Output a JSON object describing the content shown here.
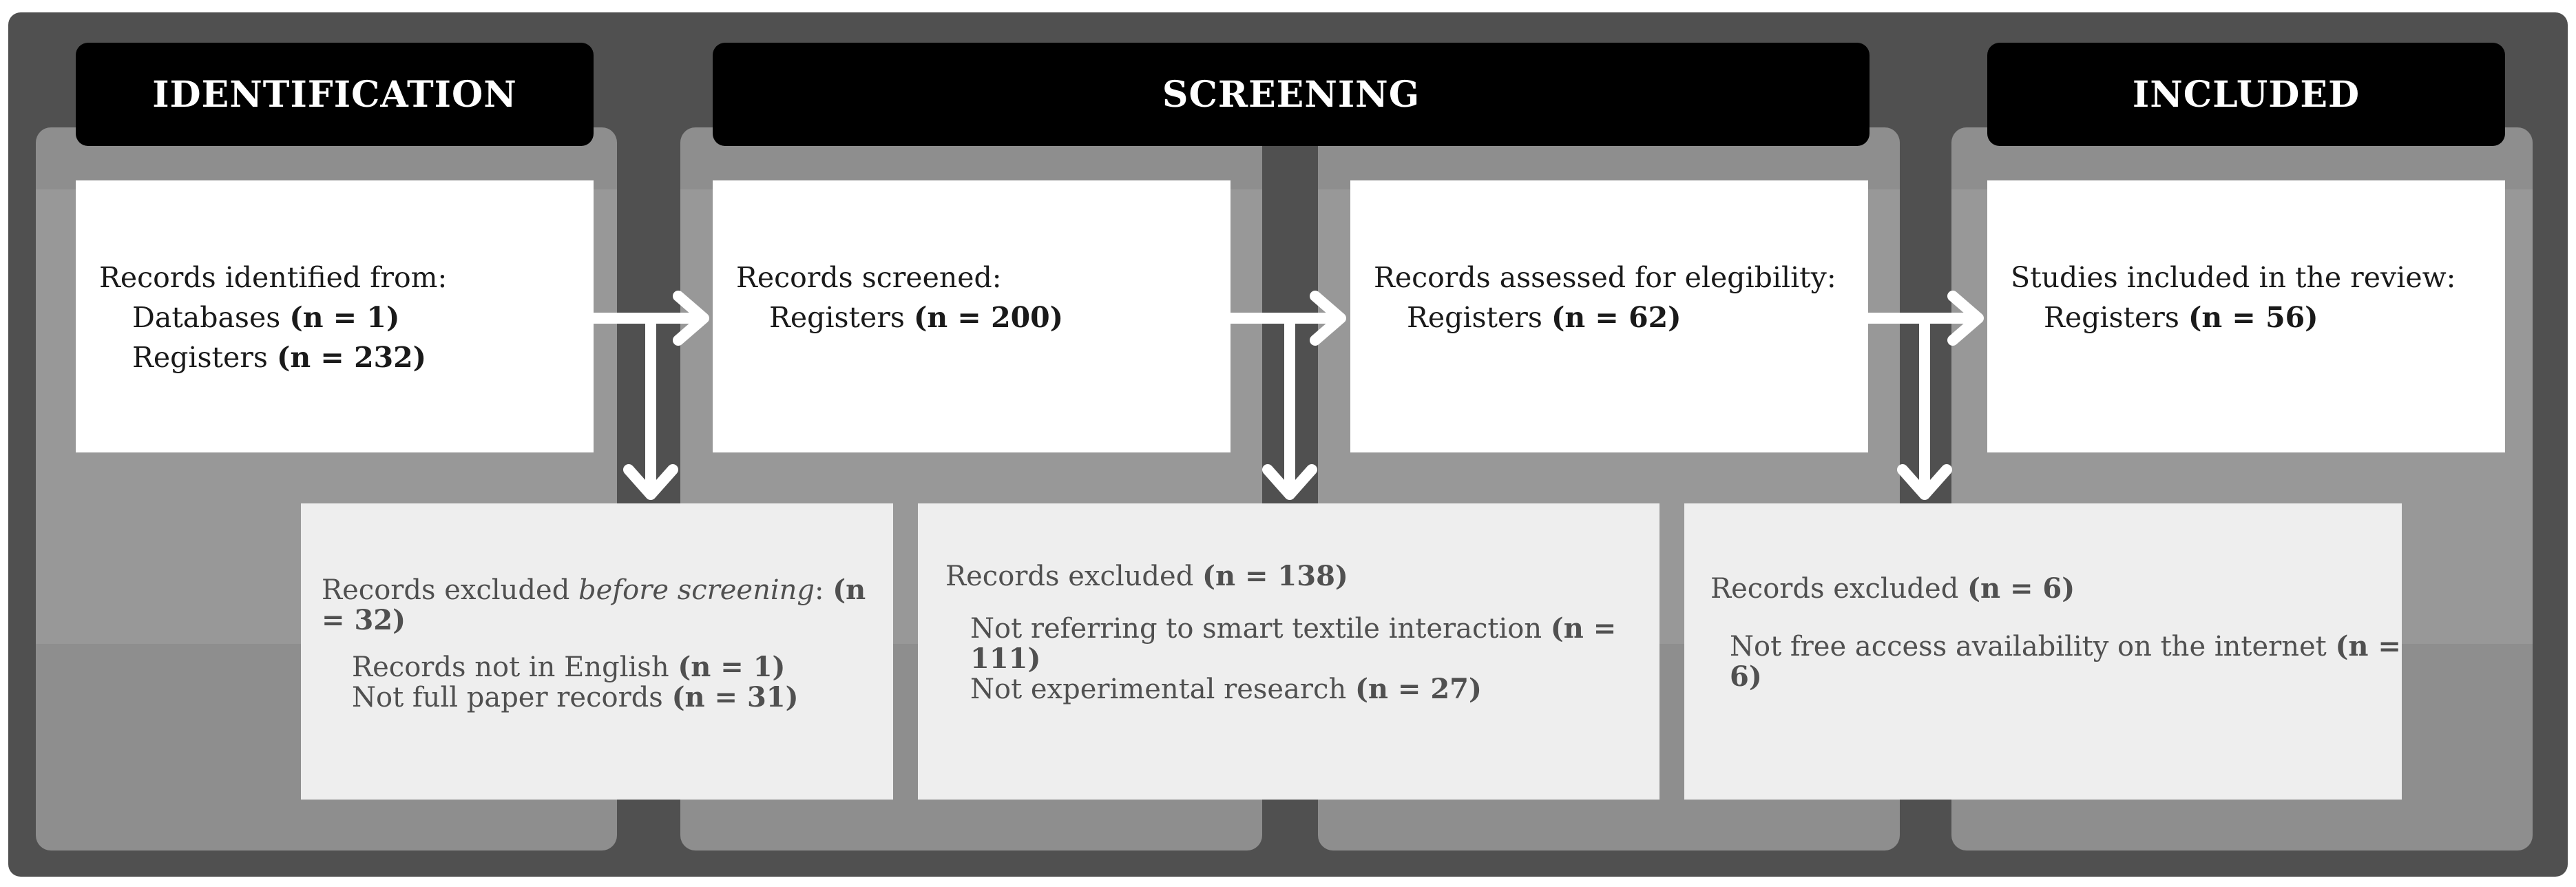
{
  "headers": {
    "identification": "IDENTIFICATION",
    "screening": "SCREENING",
    "included": "INCLUDED"
  },
  "identified": {
    "title": "Records identified from:",
    "databases_label": "Databases ",
    "databases_count": "(n = 1)",
    "registers_label": "Registers ",
    "registers_count": "(n = 232)"
  },
  "screened": {
    "title": "Records screened:",
    "registers_label": "Registers ",
    "registers_count": "(n = 200)"
  },
  "assessed": {
    "title": "Records assessed for elegibility:",
    "registers_label": "Registers ",
    "registers_count": "(n = 62)"
  },
  "included": {
    "title": "Studies included in the review:",
    "registers_label": "Registers ",
    "registers_count": "(n = 56)"
  },
  "excluded_before": {
    "title_prefix": "Records excluded ",
    "title_italic": "before screening",
    "title_suffix": ": ",
    "title_count": "(n = 32)",
    "item1_label": "Records not in English ",
    "item1_count": "(n = 1)",
    "item2_label": "Not full paper records ",
    "item2_count": "(n = 31)"
  },
  "excluded_screening": {
    "title_label": "Records excluded ",
    "title_count": "(n = 138)",
    "item1_label": "Not referring to smart textile interaction ",
    "item1_count": "(n = 111)",
    "item2_label": "Not experimental research ",
    "item2_count": "(n = 27)"
  },
  "excluded_eligibility": {
    "title_label": "Records excluded ",
    "title_count": "(n = 6)",
    "item1_label": "Not free access availability on the internet ",
    "item1_count": "(n = 6)"
  }
}
